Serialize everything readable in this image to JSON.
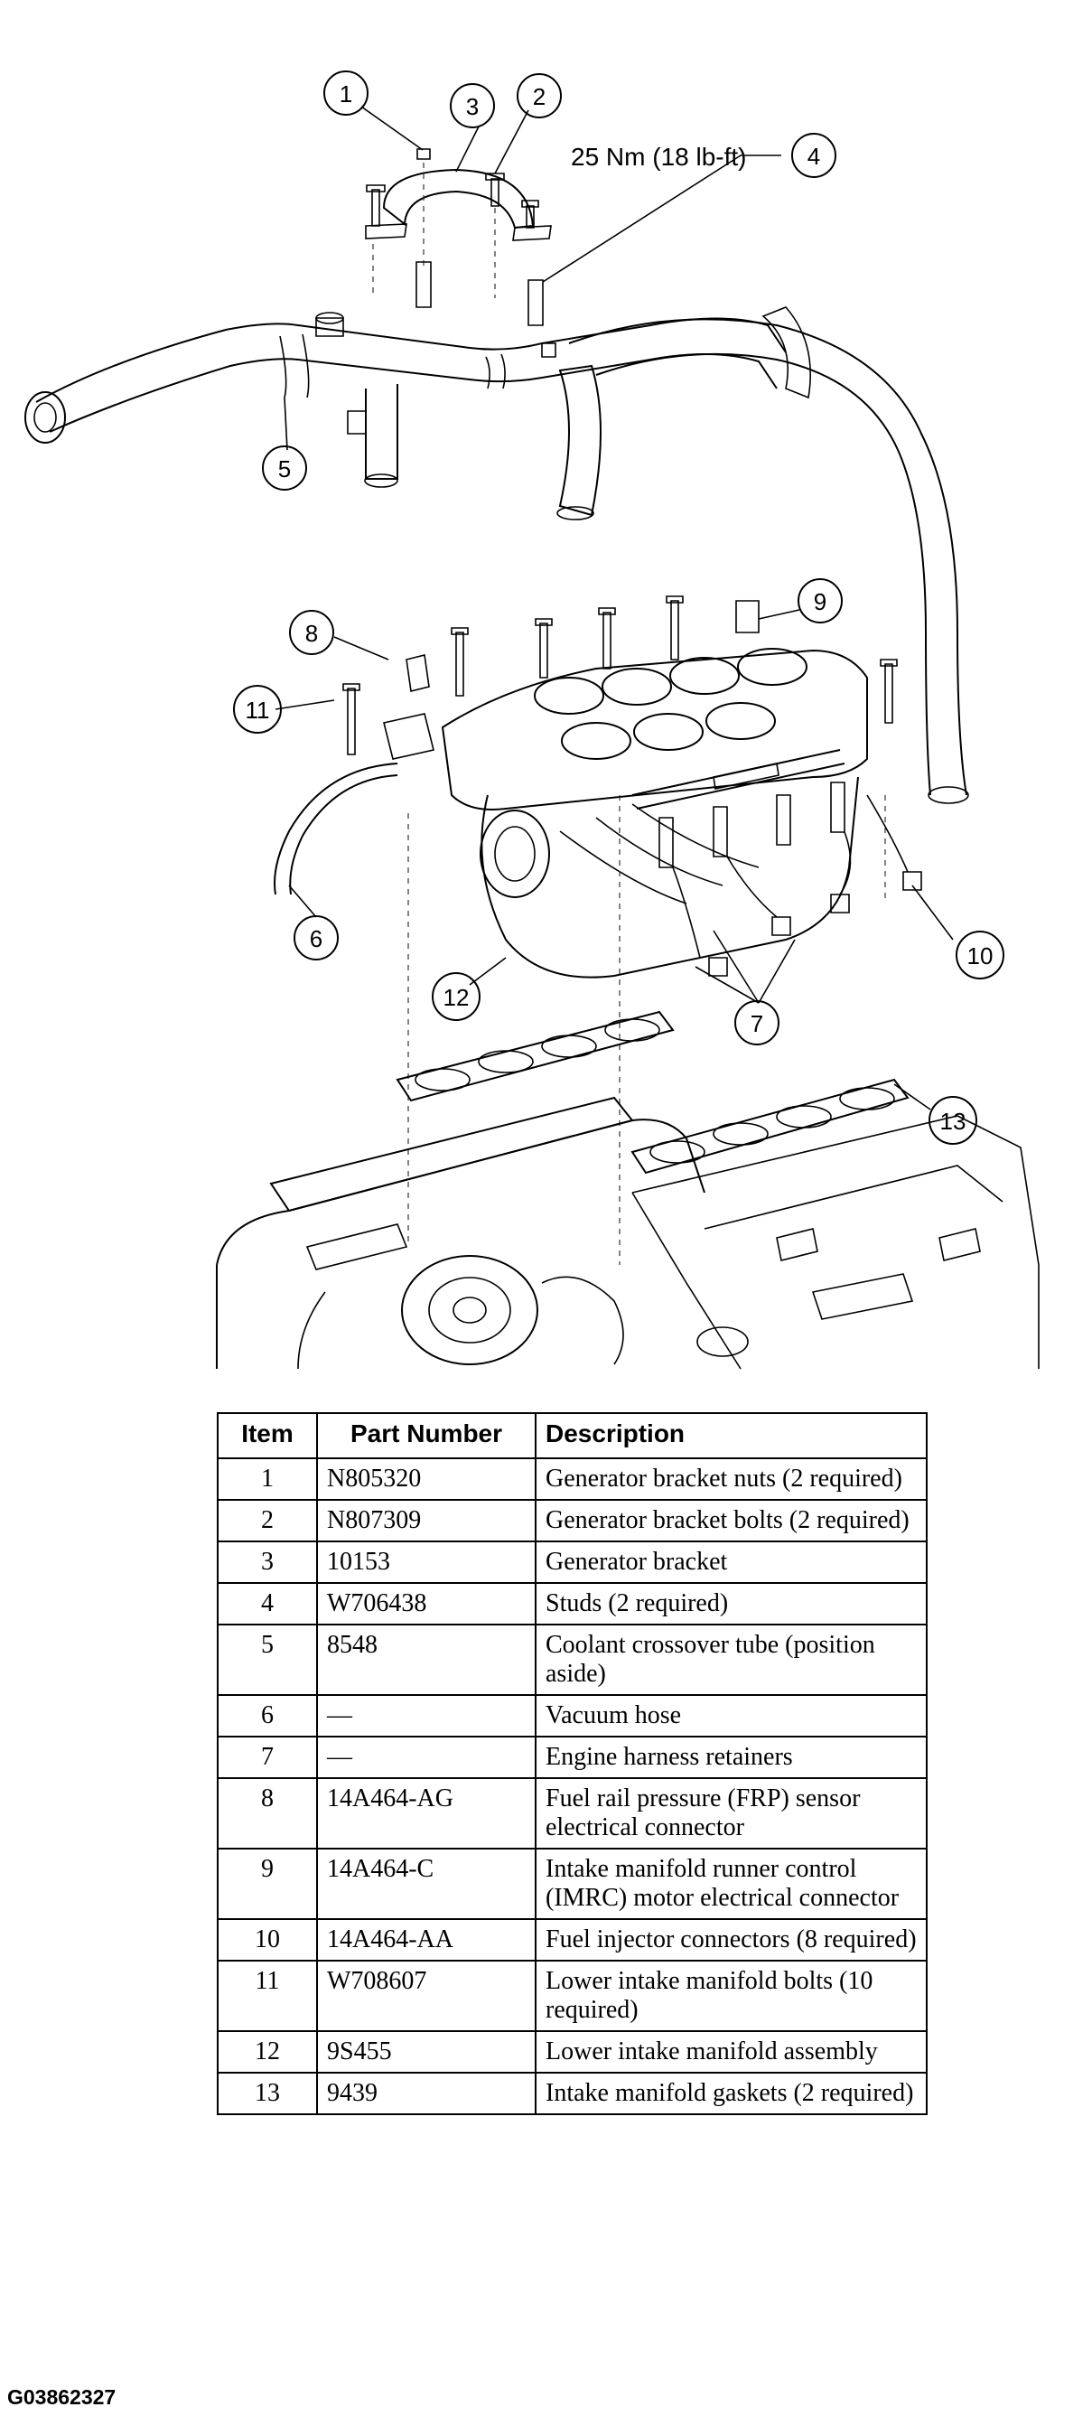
{
  "callouts": [
    "1",
    "2",
    "3",
    "4",
    "5",
    "6",
    "7",
    "8",
    "9",
    "10",
    "11",
    "12",
    "13"
  ],
  "torque_spec": "25 Nm (18 lb-ft)",
  "table": {
    "headers": [
      "Item",
      "Part Number",
      "Description"
    ],
    "rows": [
      {
        "item": "1",
        "part": "N805320",
        "desc": "Generator bracket nuts (2 required)"
      },
      {
        "item": "2",
        "part": "N807309",
        "desc": "Generator bracket bolts (2 required)"
      },
      {
        "item": "3",
        "part": "10153",
        "desc": "Generator bracket"
      },
      {
        "item": "4",
        "part": "W706438",
        "desc": "Studs (2 required)"
      },
      {
        "item": "5",
        "part": "8548",
        "desc": "Coolant crossover tube (position aside)"
      },
      {
        "item": "6",
        "part": "—",
        "desc": "Vacuum hose"
      },
      {
        "item": "7",
        "part": "—",
        "desc": "Engine harness retainers"
      },
      {
        "item": "8",
        "part": "14A464-AG",
        "desc": "Fuel rail pressure (FRP) sensor electrical connector"
      },
      {
        "item": "9",
        "part": "14A464-C",
        "desc": "Intake manifold runner control (IMRC) motor electrical connector"
      },
      {
        "item": "10",
        "part": "14A464-AA",
        "desc": "Fuel injector connectors (8 required)"
      },
      {
        "item": "11",
        "part": "W708607",
        "desc": "Lower intake manifold bolts (10 required)"
      },
      {
        "item": "12",
        "part": "9S455",
        "desc": "Lower intake manifold assembly"
      },
      {
        "item": "13",
        "part": "9439",
        "desc": "Intake manifold gaskets (2 required)"
      }
    ]
  },
  "figure_id": "G03862327"
}
